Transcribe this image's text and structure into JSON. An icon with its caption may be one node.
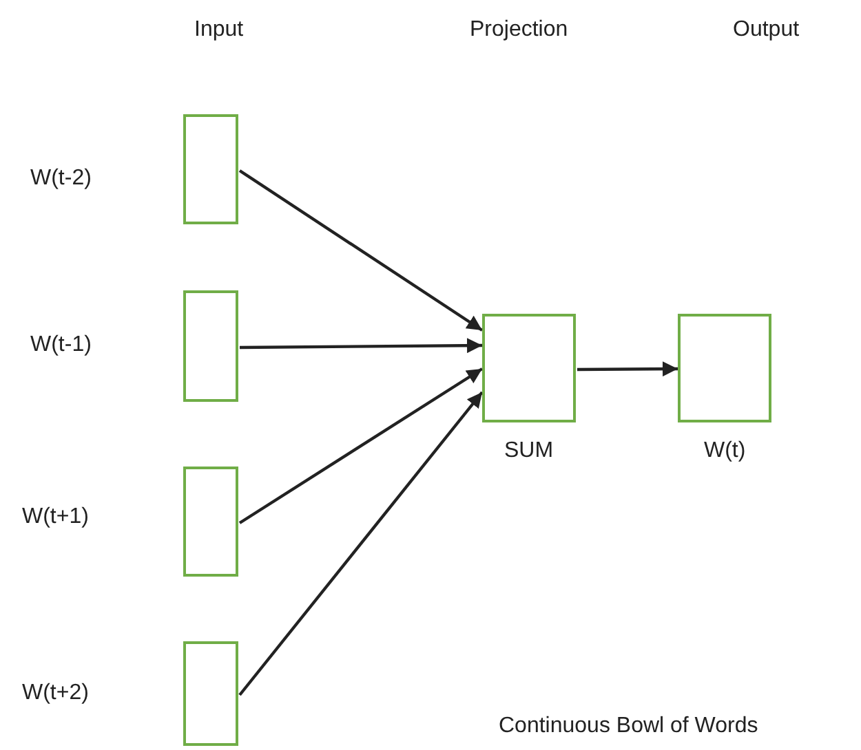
{
  "diagram": {
    "caption": "Continuous Bowl of Words",
    "nodes": [
      {
        "text": [],
        "shape": "box"
      },
      {
        "text": [],
        "shape": "box"
      },
      {
        "text": [],
        "shape": "box"
      },
      {
        "text": [],
        "shape": "box"
      },
      {
        "text": [],
        "shape": "box",
        "beside": [
          "SUM"
        ]
      },
      {
        "text": [],
        "shape": "box",
        "beside": [
          "W(t)"
        ]
      }
    ],
    "edges": [
      {
        "from": 0,
        "to": 4,
        "arrow": "to"
      },
      {
        "from": 1,
        "to": 4,
        "arrow": "to"
      },
      {
        "from": 2,
        "to": 4,
        "arrow": "to"
      },
      {
        "from": 3,
        "to": 4,
        "arrow": "to"
      },
      {
        "from": 4,
        "to": 5,
        "arrow": "to"
      }
    ],
    "labels": [
      "Input",
      "Projection",
      "Output",
      "W(t-2)",
      "W(t-1)",
      "W(t+1)",
      "W(t+2)"
    ]
  }
}
